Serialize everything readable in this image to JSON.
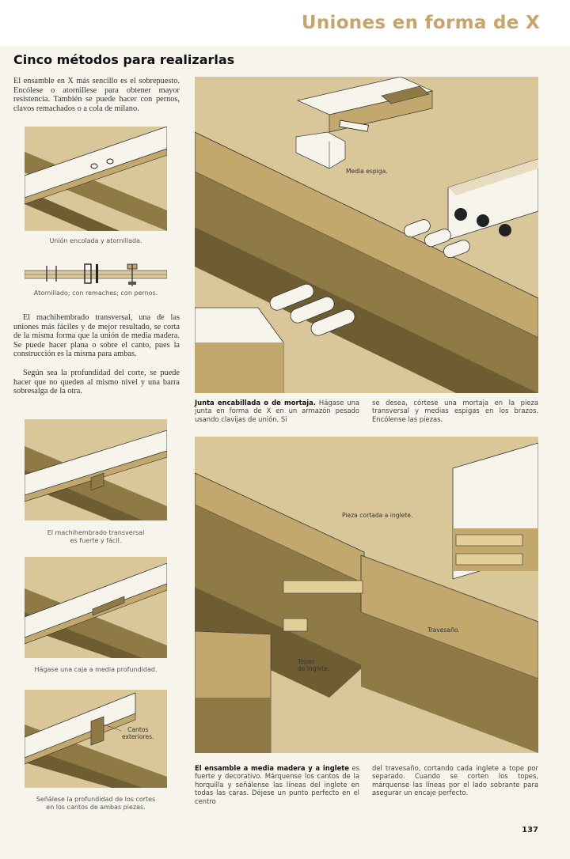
{
  "header": {
    "chapter_title": "Uniones en forma de X"
  },
  "section": {
    "title": "Cinco métodos para realizarlas"
  },
  "intro_text": "El ensamble en X más sencillo es el sobrepuesto. Encólese o atornillese para obtener mayor resistencia. También se puede hacer con pernos, clavos remachados o a cola de milano.",
  "captions": {
    "fig1": "Unión encolada y atornillada.",
    "fig2": "Atornillado; con remaches; con pernos.",
    "fig3_line1": "El machihembrado transversal",
    "fig3_line2": "es fuerte y fácil.",
    "fig4": "Hágase una caja a media profundidad.",
    "fig5_line1": "Señálese la profundidad de los cortes",
    "fig5_line2": "en los cantos de ambas piezas."
  },
  "middle_text_p1": "El machihembrado transversal, una de las uniones más fáciles y de mejor resultado, se corta de la misma forma que la unión de media madera. Se puede hacer plana o sobre el canto, pues la construcción es la misma para ambas.",
  "middle_text_p2": "Según sea la profundidad del corte, se puede hacer que no queden al mismo nivel y una barra sobresalga de la otra.",
  "labels": {
    "cantos_line1": "Cantos",
    "cantos_line2": "exteriores.",
    "media_espiga": "Media espiga.",
    "pieza_inglete": "Pieza cortada a inglete.",
    "travesano": "Travesaño.",
    "topes_line1": "Topes",
    "topes_line2": "de inglete."
  },
  "junta_text": {
    "bold": "Junta encabillada o de mortaja.",
    "col1": " Hágase una junta en forma de X en un armazón pesado usando clavijas de unión. Si",
    "col2": "se desea, córtese una mortaja en la pieza transversal y medias espigas en los brazos. Encólense las piezas."
  },
  "ensamble_text": {
    "bold": "El ensamble a media madera y a inglete",
    "col1": " es fuerte y decorativo. Márquense los cantos de la horquilla y señálense las líneas del inglete en todas las caras. Déjese un punto perfecto en el centro",
    "col2": "del travesaño, cortando cada inglete a tope por separado. Cuando se corten los topes, márquense las líneas por el lado sobrante para asegurar un encaje perfecto."
  },
  "page_number": "137",
  "colors": {
    "accent": "#c8a36a",
    "wood_light": "#d9c79a",
    "wood_mid": "#c2a86d",
    "wood_dark": "#8f7a45",
    "wood_shadow": "#6e5d33"
  }
}
